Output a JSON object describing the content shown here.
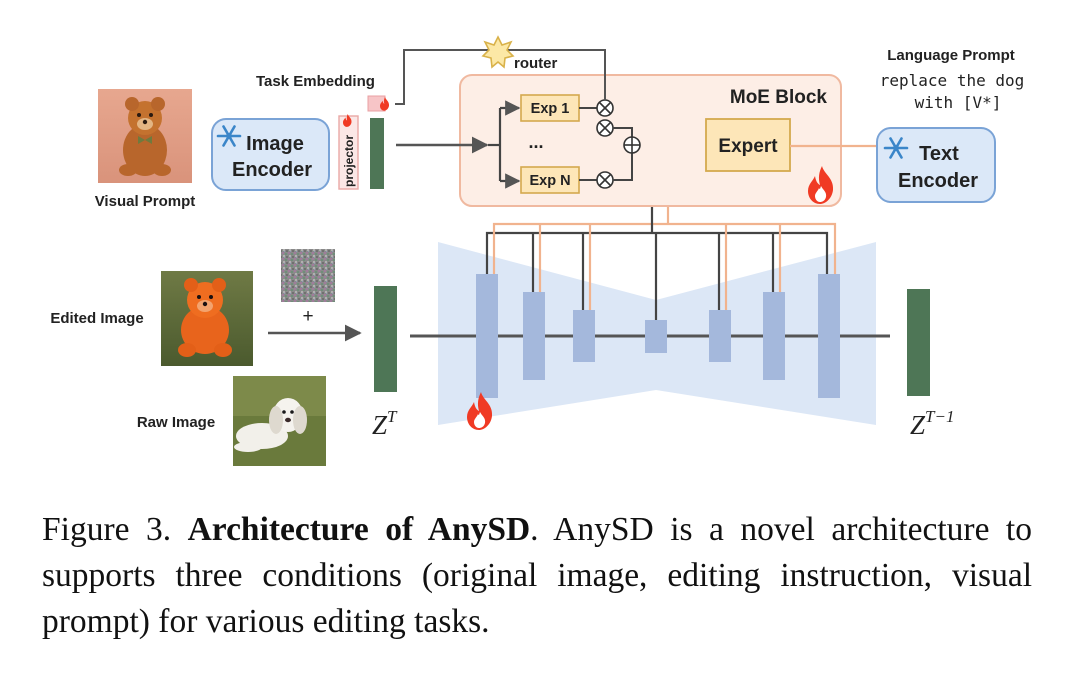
{
  "labels": {
    "task_embedding": "Task Embedding",
    "router": "router",
    "moe_block": "MoE Block",
    "exp1": "Exp 1",
    "ellipsis": "...",
    "expn": "Exp N",
    "expert": "Expert",
    "image_encoder_line1": "Image",
    "image_encoder_line2": "Encoder",
    "projector": "projector",
    "text_encoder_line1": "Text",
    "text_encoder_line2": "Encoder",
    "language_prompt": "Language Prompt",
    "prompt_line1": "replace the dog",
    "prompt_line2": "with [V*]",
    "visual_prompt": "Visual Prompt",
    "edited_image": "Edited Image",
    "raw_image": "Raw Image",
    "plus": "+",
    "zt": "Z",
    "zt_sup": "T",
    "zt1": "Z",
    "zt1_sup": "T−1",
    "otimes": "⊗",
    "oplus": "⊕"
  },
  "caption": {
    "figure": "Figure 3.",
    "title": "Architecture of AnySD",
    "body": ". AnySD is a novel architecture to supports three conditions (original image, editing instruction, visual prompt) for various editing tasks."
  },
  "colors": {
    "encoder_fill": "#dbe8f8",
    "encoder_stroke": "#7aa3d6",
    "moe_fill": "#fdeee6",
    "moe_stroke": "#f0b9a0",
    "expert_fill": "#fde6b8",
    "expert_stroke": "#d4a94e",
    "unet_fill": "#dce7f6",
    "unet_block": "#a4b8dc",
    "latent_green": "#4e7656",
    "orange_line": "#f1b38e",
    "dark_line": "#444444",
    "flame": "#f03a24"
  }
}
